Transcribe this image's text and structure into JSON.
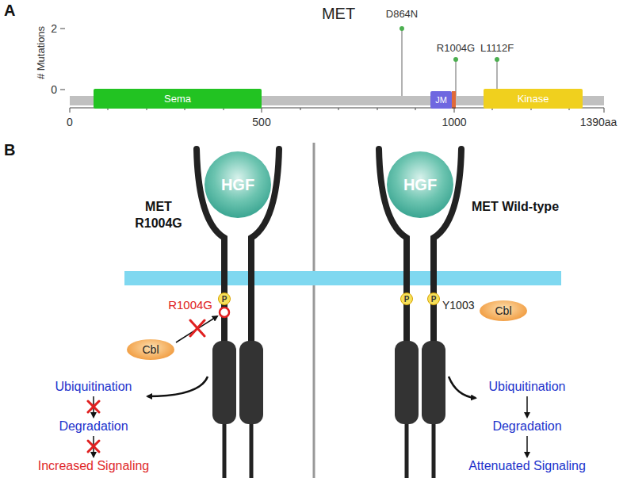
{
  "diagram": {
    "nodes": [
      {
        "text": [
          "Sema"
        ]
      },
      {
        "text": [
          "JM"
        ]
      },
      {
        "text": [
          "Kinase"
        ]
      },
      {
        "text": [
          "HGF"
        ]
      },
      {
        "text": [
          "HGF"
        ]
      },
      {
        "text": [
          "P"
        ]
      },
      {
        "text": [
          "P"
        ]
      },
      {
        "text": [
          "P"
        ]
      },
      {
        "text": [
          "Cbl"
        ]
      },
      {
        "text": [
          "Cbl"
        ]
      },
      {
        "text": [
          "Ubiquitination"
        ]
      },
      {
        "text": [
          "Degradation"
        ]
      },
      {
        "text": [
          "Increased Signaling"
        ]
      },
      {
        "text": [
          "Ubiquitination"
        ]
      },
      {
        "text": [
          "Degradation"
        ]
      },
      {
        "text": [
          "Attenuated Signaling"
        ]
      }
    ],
    "edges": [
      {
        "from": 10,
        "to": 11,
        "arrow": "to"
      },
      {
        "from": 11,
        "to": 12,
        "arrow": "to"
      },
      {
        "from": 13,
        "to": 14,
        "arrow": "to"
      },
      {
        "from": 14,
        "to": 15,
        "arrow": "to"
      }
    ],
    "labels": [
      "A",
      "MET",
      "# Mutations",
      "2",
      "0",
      "D864N",
      "R1004G",
      "L1112F",
      "0",
      "500",
      "1000",
      "1390aa",
      "B",
      "MET R1004G",
      "MET Wild-type",
      "R1004G",
      "Y1003"
    ]
  }
}
